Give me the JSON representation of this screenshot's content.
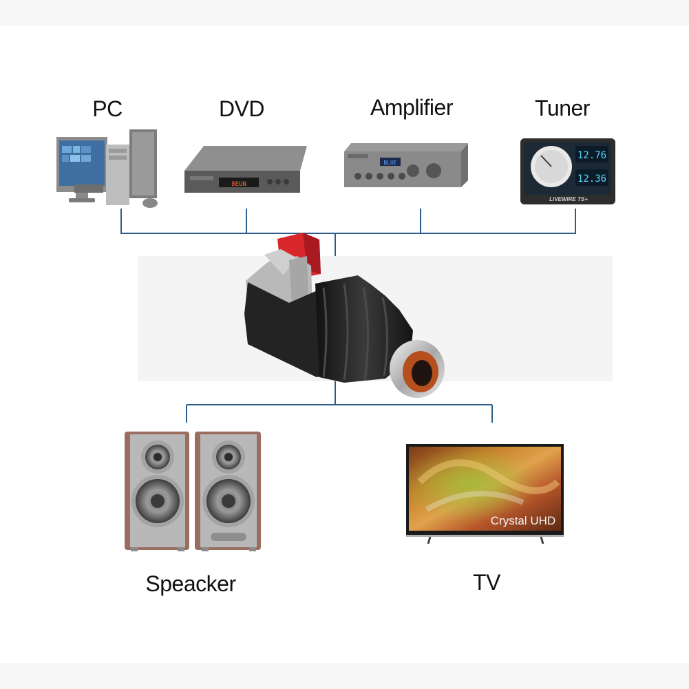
{
  "sources": [
    {
      "id": "pc",
      "label": "PC"
    },
    {
      "id": "dvd",
      "label": "DVD"
    },
    {
      "id": "amplifier",
      "label": "Amplifier"
    },
    {
      "id": "tuner",
      "label": "Tuner"
    }
  ],
  "outputs": [
    {
      "id": "speaker",
      "label": "Speacker"
    },
    {
      "id": "tv",
      "label": "TV"
    }
  ],
  "device_text": {
    "dvd_display": "8EUN",
    "amp_display": "BLUE",
    "tuner_top": "12.76",
    "tuner_bottom": "12.36",
    "tuner_brand": "LIVEWIRE TS+",
    "tv_caption": "Crystal UHD"
  },
  "colors": {
    "connector_line": "#2a5d8a",
    "plug_red": "#d8262b",
    "plug_gray": "#b9b9b9",
    "plug_body": "#1d1d1d",
    "speaker_wood": "#9a6e5f"
  }
}
